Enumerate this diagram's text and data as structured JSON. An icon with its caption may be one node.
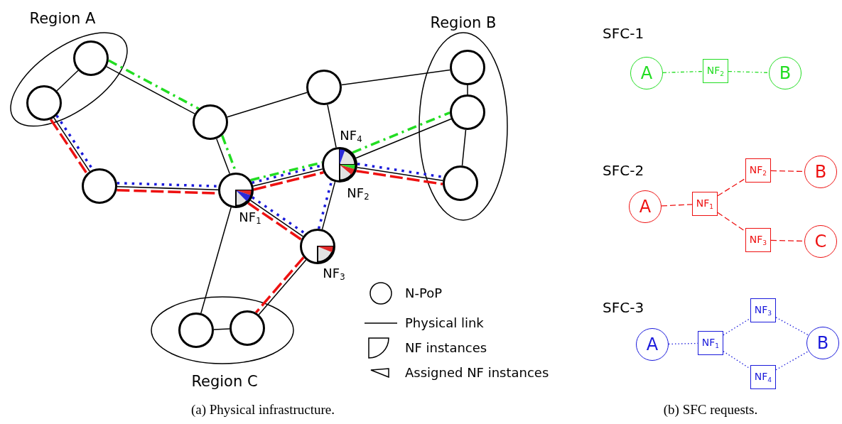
{
  "diagram": {
    "nodes": [
      {
        "text": [
          "Region A"
        ]
      },
      {
        "text": [],
        "shape": "circle",
        "in": 0
      },
      {
        "text": [],
        "shape": "circle",
        "in": 0
      },
      {
        "text": [
          "Region B"
        ]
      },
      {
        "text": [],
        "shape": "circle",
        "in": 3
      },
      {
        "text": [],
        "shape": "circle",
        "in": 3
      },
      {
        "text": [],
        "shape": "circle",
        "in": 3
      },
      {
        "text": [],
        "shape": "circle"
      },
      {
        "text": [],
        "shape": "circle"
      },
      {
        "text": [],
        "shape": "circle"
      },
      {
        "text": [],
        "shape": "circle",
        "beside": [
          "NF$_{1}$"
        ]
      },
      {
        "text": [],
        "shape": "circle",
        "beside": [
          "NF$_{4}$",
          "NF$_{2}$"
        ]
      },
      {
        "text": [],
        "shape": "circle",
        "beside": [
          "NF$_{3}$"
        ]
      },
      {
        "text": [
          "Region C"
        ]
      },
      {
        "text": [],
        "shape": "circle",
        "in": 13
      },
      {
        "text": [],
        "shape": "circle",
        "in": 13
      },
      {
        "text": [
          "A"
        ]
      },
      {
        "text": [
          "NF$_{2}$"
        ]
      },
      {
        "text": [
          "B"
        ]
      },
      {
        "text": [
          "A"
        ]
      },
      {
        "text": [
          "NF$_{1}$"
        ]
      },
      {
        "text": [
          "NF$_{2}$"
        ]
      },
      {
        "text": [
          "B"
        ]
      },
      {
        "text": [
          "NF$_{3}$"
        ]
      },
      {
        "text": [
          "C"
        ]
      },
      {
        "text": [
          "A"
        ]
      },
      {
        "text": [
          "NF$_{1}$"
        ]
      },
      {
        "text": [
          "NF$_{3}$"
        ]
      },
      {
        "text": [
          "NF$_{4}$"
        ]
      },
      {
        "text": [
          "B"
        ]
      }
    ],
    "edges": [
      {
        "from": 1,
        "to": 2,
        "arrow": "none"
      },
      {
        "from": 1,
        "to": 7,
        "arrow": "none"
      },
      {
        "from": 2,
        "to": 9,
        "arrow": "none"
      },
      {
        "from": 7,
        "to": 8,
        "arrow": "none"
      },
      {
        "from": 7,
        "to": 10,
        "arrow": "none"
      },
      {
        "from": 8,
        "to": 4,
        "arrow": "none"
      },
      {
        "from": 8,
        "to": 11,
        "arrow": "none"
      },
      {
        "from": 9,
        "to": 10,
        "arrow": "none"
      },
      {
        "from": 10,
        "to": 11,
        "arrow": "none"
      },
      {
        "from": 10,
        "to": 12,
        "arrow": "none"
      },
      {
        "from": 11,
        "to": 12,
        "arrow": "none"
      },
      {
        "from": 11,
        "to": 5,
        "arrow": "none"
      },
      {
        "from": 11,
        "to": 6,
        "arrow": "none"
      },
      {
        "from": 4,
        "to": 5,
        "arrow": "none"
      },
      {
        "from": 5,
        "to": 6,
        "arrow": "none"
      },
      {
        "from": 10,
        "to": 14,
        "arrow": "none"
      },
      {
        "from": 12,
        "to": 15,
        "arrow": "none"
      },
      {
        "from": 14,
        "to": 15,
        "arrow": "none"
      },
      {
        "from": 1,
        "to": 7,
        "arrow": "none",
        "style": "dashed",
        "color": "#22dd22"
      },
      {
        "from": 7,
        "to": 10,
        "arrow": "none",
        "style": "dashed",
        "color": "#22dd22"
      },
      {
        "from": 10,
        "to": 11,
        "arrow": "none",
        "style": "dashed",
        "color": "#22dd22"
      },
      {
        "from": 11,
        "to": 5,
        "arrow": "none",
        "style": "dashed",
        "color": "#22dd22"
      },
      {
        "from": 2,
        "to": 9,
        "arrow": "none",
        "style": "dashed",
        "color": "#ee1111"
      },
      {
        "from": 9,
        "to": 10,
        "arrow": "none",
        "style": "dashed",
        "color": "#ee1111"
      },
      {
        "from": 10,
        "to": 11,
        "arrow": "none",
        "style": "dashed",
        "color": "#ee1111"
      },
      {
        "from": 11,
        "to": 6,
        "arrow": "none",
        "style": "dashed",
        "color": "#ee1111"
      },
      {
        "from": 10,
        "to": 12,
        "arrow": "none",
        "style": "dashed",
        "color": "#ee1111"
      },
      {
        "from": 12,
        "to": 15,
        "arrow": "none",
        "style": "dashed",
        "color": "#ee1111"
      },
      {
        "from": 2,
        "to": 9,
        "arrow": "none",
        "style": "dashed",
        "color": "#1a1adb"
      },
      {
        "from": 9,
        "to": 10,
        "arrow": "none",
        "style": "dashed",
        "color": "#1a1adb"
      },
      {
        "from": 10,
        "to": 11,
        "arrow": "none",
        "style": "dashed",
        "color": "#1a1adb"
      },
      {
        "from": 11,
        "to": 6,
        "arrow": "none",
        "style": "dashed",
        "color": "#1a1adb"
      },
      {
        "from": 10,
        "to": 12,
        "arrow": "none",
        "style": "dashed",
        "color": "#1a1adb"
      },
      {
        "from": 12,
        "to": 11,
        "arrow": "none",
        "style": "dashed",
        "color": "#1a1adb"
      },
      {
        "from": 16,
        "to": 17,
        "arrow": "none",
        "style": "dashed",
        "color": "#22dd22"
      },
      {
        "from": 17,
        "to": 18,
        "arrow": "none",
        "style": "dashed",
        "color": "#22dd22"
      },
      {
        "from": 19,
        "to": 20,
        "arrow": "none",
        "style": "dashed",
        "color": "#ee1111"
      },
      {
        "from": 20,
        "to": 21,
        "arrow": "none",
        "style": "dashed",
        "color": "#ee1111"
      },
      {
        "from": 21,
        "to": 22,
        "arrow": "none",
        "style": "dashed",
        "color": "#ee1111"
      },
      {
        "from": 20,
        "to": 23,
        "arrow": "none",
        "style": "dashed",
        "color": "#ee1111"
      },
      {
        "from": 23,
        "to": 24,
        "arrow": "none",
        "style": "dashed",
        "color": "#ee1111"
      },
      {
        "from": 25,
        "to": 26,
        "arrow": "none",
        "style": "dashed",
        "color": "#1a1adb"
      },
      {
        "from": 26,
        "to": 27,
        "arrow": "none",
        "style": "dashed",
        "color": "#1a1adb"
      },
      {
        "from": 26,
        "to": 28,
        "arrow": "none",
        "style": "dashed",
        "color": "#1a1adb"
      },
      {
        "from": 27,
        "to": 29,
        "arrow": "none",
        "style": "dashed",
        "color": "#1a1adb"
      },
      {
        "from": 28,
        "to": 29,
        "arrow": "none",
        "style": "dashed",
        "color": "#1a1adb"
      }
    ],
    "labels": [
      "SFC-1",
      "SFC-2",
      "SFC-3",
      "(a) Physical infrastructure.",
      "(b) SFC requests."
    ],
    "legend": [
      {
        "text": "N-PoP"
      },
      {
        "text": "Physical link"
      },
      {
        "text": "NF instances"
      },
      {
        "text": "Assigned NF instances"
      }
    ]
  }
}
